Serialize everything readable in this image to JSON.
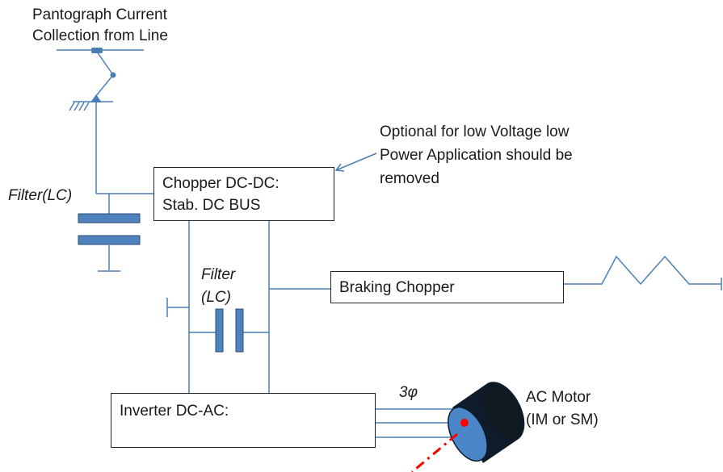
{
  "pantograph": {
    "line1": "Pantograph Current",
    "line2": "Collection from Line"
  },
  "annotation": {
    "line1": "Optional for low Voltage low",
    "line2": "Power Application should be",
    "line3": "removed"
  },
  "filter_left": "Filter(LC)",
  "filter_mid": {
    "line1": "Filter",
    "line2": "(LC)"
  },
  "chopper": {
    "line1": "Chopper DC-DC:",
    "line2": "Stab. DC BUS"
  },
  "braking": "Braking Chopper",
  "inverter": "Inverter  DC-AC:",
  "phase_label": "3φ",
  "motor": {
    "line1": "AC Motor",
    "line2": "(IM or SM)"
  },
  "colors": {
    "wire": "#4a7fb5",
    "capacitor": "#4f81bd",
    "motor_body": "#0d1b2a",
    "motor_face": "#4a86c8",
    "shaft": "#ff0000"
  }
}
